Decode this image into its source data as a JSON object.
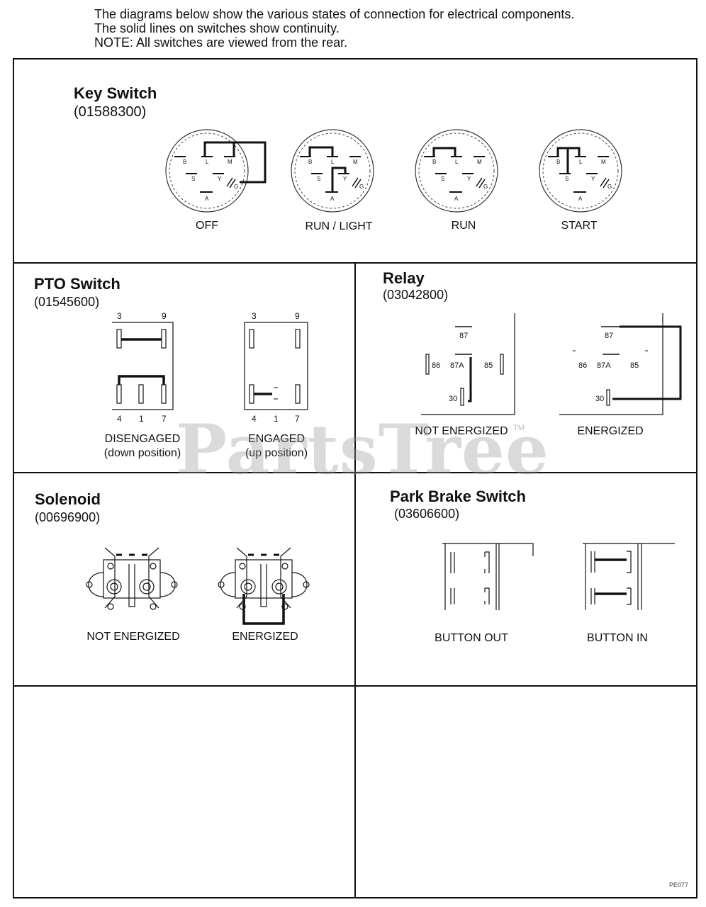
{
  "intro": {
    "line1": "The diagrams below show the various states of connection for electrical components.",
    "line2": "The solid lines on switches show continuity.",
    "line3": "NOTE:  All switches are viewed from the rear."
  },
  "key_switch": {
    "title": "Key Switch",
    "part": "(01588300)",
    "terminals": {
      "b": "B",
      "l": "L",
      "m": "M",
      "s": "S",
      "y": "Y",
      "g": "G",
      "a": "A"
    },
    "states": [
      "OFF",
      "RUN / LIGHT",
      "RUN",
      "START"
    ]
  },
  "pto_switch": {
    "title": "PTO Switch",
    "part": "(01545600)",
    "terminals": {
      "t3": "3",
      "t9": "9",
      "t4": "4",
      "t1": "1",
      "t7": "7"
    },
    "states": [
      {
        "label": "DISENGAGED",
        "sub": "(down position)"
      },
      {
        "label": "ENGAGED",
        "sub": "(up position)"
      }
    ]
  },
  "relay": {
    "title": "Relay",
    "part": "(03042800)",
    "terminals": {
      "t87": "87",
      "t86": "86",
      "t87a": "87A",
      "t85": "85",
      "t30": "30"
    },
    "states": [
      "NOT ENERGIZED",
      "ENERGIZED"
    ]
  },
  "solenoid": {
    "title": "Solenoid",
    "part": "(00696900)",
    "states": [
      "NOT ENERGIZED",
      "ENERGIZED"
    ]
  },
  "park_brake": {
    "title": "Park Brake Switch",
    "part": "(03606600)",
    "states": [
      "BUTTON OUT",
      "BUTTON IN"
    ]
  },
  "watermark": {
    "text": "PartsTree",
    "tm": "TM"
  },
  "doc_code": "PE077"
}
